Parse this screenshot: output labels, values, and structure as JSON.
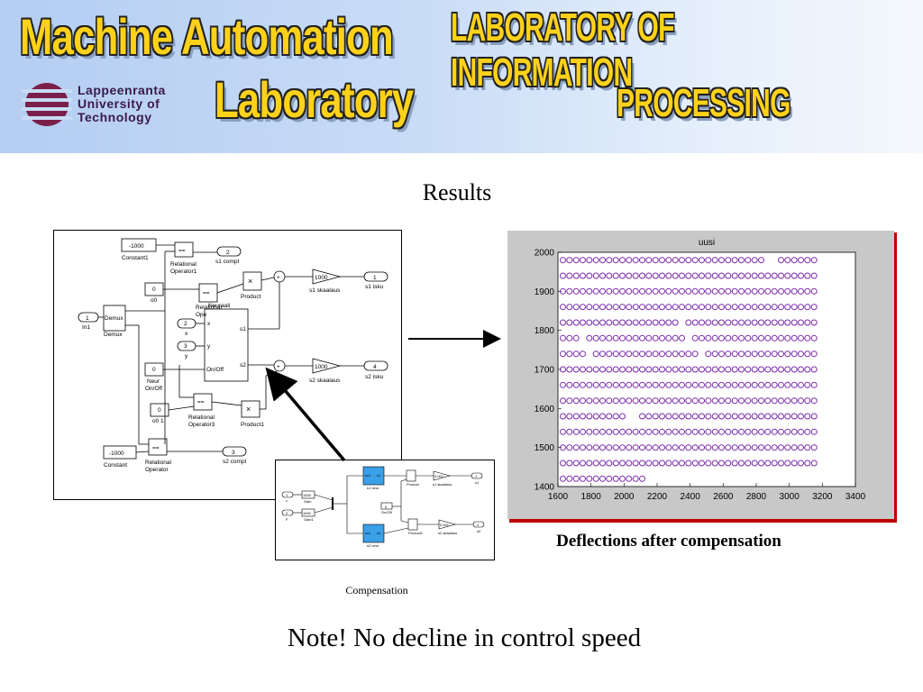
{
  "header": {
    "title_line1": "Machine Automation",
    "title_line2": "Laboratory",
    "lab_line1": "LABORATORY OF INFORMATION",
    "lab_line2": "PROCESSING",
    "university_line1": "Lappeenranta",
    "university_line2": "University of",
    "university_line3": "Technology"
  },
  "slide": {
    "heading": "Results",
    "caption": "Deflections after compensation",
    "compensation_label": "Compensation",
    "note": "Note! No decline in control speed"
  },
  "simulink": {
    "const1": "-1000",
    "const1_name": "Constant1",
    "relop1_sym": "==",
    "relop1_name1": "Relational",
    "relop1_name2": "Operator1",
    "out2_num": "2",
    "out2_name": "s1 compl",
    "c0_val": "0",
    "c0_name": "o0",
    "relop2_sym": "==",
    "relop2_name1": "Relational",
    "relop2_name2": "Ope",
    "product_sym": "×",
    "product_name": "Product",
    "sum_sym": "+",
    "gain1_val": "1000",
    "gain1_name": "s1 skaalaus",
    "out1_num": "1",
    "out1_name": "s1 isku",
    "in1_num": "1",
    "in1_name": "In1",
    "demux_label": "Demux",
    "demux_name": "Demux",
    "neuraali": "Neuraali",
    "x_in_num": "2",
    "x_in_name": "x",
    "y_in_num": "3",
    "y_in_name": "y",
    "port_x": "x",
    "port_y": "y",
    "port_onoff": "On/Off",
    "port_s1": "s1",
    "port_s2": "s2",
    "neur_val": "0",
    "neur_name1": "Neur",
    "neur_name2": "On/Off",
    "gain2_val": "1000",
    "gain2_name": "s2 skaalaus",
    "out4_num": "4",
    "out4_name": "s2 isku",
    "relop3_sym": "==",
    "relop3_name1": "Relational",
    "relop3_name2": "Operator3",
    "c01_val": "0",
    "c01_name": "o0 1",
    "product1_sym": "×",
    "product1_name": "Product1",
    "const_val": "-1000",
    "const_name": "Constant",
    "relop_sym": "==",
    "relop_name1": "Relational",
    "relop_name2": "Operator",
    "out3_num": "3",
    "out3_name": "s2 compl"
  },
  "compensation": {
    "in_x": "1",
    "in_x_name": "x",
    "in_y": "2",
    "in_y_name": "y",
    "gain_a": "1000",
    "gain_a_name": "Gain",
    "gain_b": "1000",
    "gain_b_name": "Gain1",
    "blk1_l": "xx1",
    "blk1_r": "s1",
    "blk1_name": "s1 neur",
    "blk2_l": "xx1",
    "blk2_r": "s1",
    "blk2_name": "s2 neur",
    "const_val": "0",
    "const_name": "On/Off",
    "prod1_name": "Product",
    "prod2_name": "Product1",
    "g1_val": "0.001",
    "g1_name": "s1 skaalaus",
    "g2_val": "0.001",
    "g2_name": "s2 skaalaus",
    "out1": "1",
    "out1_name": "s1",
    "out2": "2",
    "out2_name": "s2"
  },
  "chart_data": {
    "type": "scatter",
    "title": "uusi",
    "xlim": [
      1600,
      3400
    ],
    "ylim": [
      1400,
      2000
    ],
    "xticks": [
      1600,
      1800,
      2000,
      2200,
      2400,
      2600,
      2800,
      3000,
      3200,
      3400
    ],
    "yticks": [
      1400,
      1500,
      1600,
      1700,
      1800,
      1900,
      2000
    ],
    "marker": "circle",
    "grid": false,
    "colors": {
      "marker": "#7a2aa8",
      "frame_bg": "#c8c8c8"
    },
    "rows": [
      {
        "y": 1980,
        "x_start": 1630,
        "x_end": 3150,
        "gaps": [
          [
            2870,
            2910
          ]
        ]
      },
      {
        "y": 1940,
        "x_start": 1630,
        "x_end": 3150,
        "gaps": []
      },
      {
        "y": 1900,
        "x_start": 1630,
        "x_end": 3150,
        "gaps": []
      },
      {
        "y": 1860,
        "x_start": 1630,
        "x_end": 3150,
        "gaps": []
      },
      {
        "y": 1820,
        "x_start": 1630,
        "x_end": 3150,
        "gaps": [
          [
            2340,
            2380
          ]
        ]
      },
      {
        "y": 1780,
        "x_start": 1630,
        "x_end": 3150,
        "gaps": [
          [
            1720,
            1760
          ],
          [
            2360,
            2400
          ]
        ]
      },
      {
        "y": 1740,
        "x_start": 1630,
        "x_end": 3150,
        "gaps": [
          [
            1790,
            1820
          ],
          [
            2450,
            2490
          ]
        ]
      },
      {
        "y": 1700,
        "x_start": 1630,
        "x_end": 3150,
        "gaps": []
      },
      {
        "y": 1660,
        "x_start": 1630,
        "x_end": 3150,
        "gaps": []
      },
      {
        "y": 1620,
        "x_start": 1630,
        "x_end": 3150,
        "gaps": []
      },
      {
        "y": 1580,
        "x_start": 1630,
        "x_end": 3150,
        "gaps": [
          [
            2030,
            2070
          ]
        ]
      },
      {
        "y": 1540,
        "x_start": 1630,
        "x_end": 3150,
        "gaps": []
      },
      {
        "y": 1500,
        "x_start": 1630,
        "x_end": 3150,
        "gaps": []
      },
      {
        "y": 1460,
        "x_start": 1630,
        "x_end": 3150,
        "gaps": []
      },
      {
        "y": 1420,
        "x_start": 1630,
        "x_end": 2130,
        "gaps": []
      }
    ]
  }
}
